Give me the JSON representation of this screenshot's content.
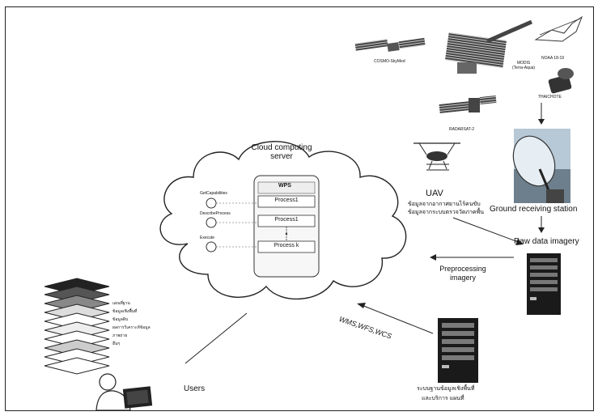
{
  "cloud": {
    "title_line1": "Cloud computing",
    "title_line2": "server",
    "wps": "WPS",
    "process1": "Process1",
    "process2": "Process1",
    "process3": "Process k",
    "op_getcap": "GetCapabilities",
    "op_describe": "DescribeProcess",
    "op_execute": "Execute"
  },
  "satellites": {
    "cosmo": "COSMO-SkyMed",
    "modis_line1": "MODIS",
    "modis_line2": "(Terra-Aqua)",
    "noaa": "NOAA 18-19",
    "thaichote": "THAICHOTE",
    "radarsat": "RADARSAT-2"
  },
  "uav": {
    "label": "UAV",
    "thai_line1": "ข้อมูลจากอากาศยานไร้คนขับ",
    "thai_line2": "ข้อมูลจากระบบตรวจวัดภาคพื้น"
  },
  "ground_station": "Ground receiving station",
  "raw_data": "Raw data imagery",
  "preprocessing": {
    "line1": "Preprocessing",
    "line2": "imagery"
  },
  "services": "WMS,WFS,WCS",
  "server_caption": {
    "line1": "ระบบฐานข้อมูลเชิงพื้นที่",
    "line2": "และบริการ แผนที่"
  },
  "users": "Users",
  "layers": [
    "แผนที่ฐาน",
    "ข้อมูลเชิงพื้นที่",
    "ข้อมูลดิบ",
    "ผลการวิเคราะห์ข้อมูล",
    "ภาพถ่าย",
    "อื่นๆ"
  ],
  "colors": {
    "line": "#222222",
    "server_dark": "#1a1a1a",
    "dish": "#9ab2c8"
  }
}
